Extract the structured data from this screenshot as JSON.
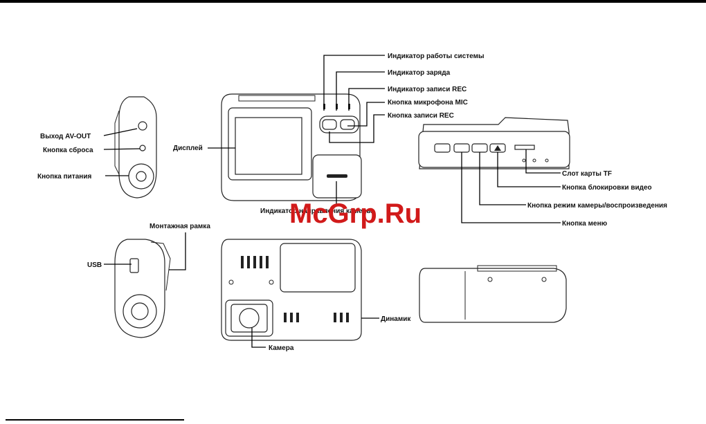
{
  "labels": {
    "system_indicator": "Индикатор работы системы",
    "charge_indicator": "Индикатор заряда",
    "rec_indicator": "Индикатор записи REC",
    "mic_button": "Кнопка микрофона MIC",
    "rec_button": "Кнопка записи REC",
    "display": "Дисплей",
    "av_out": "Выход AV-OUT",
    "reset_button": "Кнопка сброса",
    "power_button": "Кнопка питания",
    "camera_direction": "Индикатор направления камеры",
    "tf_slot": "Слот карты TF",
    "video_lock": "Кнопка блокировки видео",
    "camera_mode": "Кнопка режим камеры/воспроизведения",
    "menu_button": "Кнопка меню",
    "mount_frame": "Монтажная рамка",
    "usb": "USB",
    "speaker": "Динамик",
    "camera": "Камера"
  },
  "watermark": "McGrp.Ru",
  "colors": {
    "watermark": "#d11a1a",
    "line": "#000000"
  }
}
